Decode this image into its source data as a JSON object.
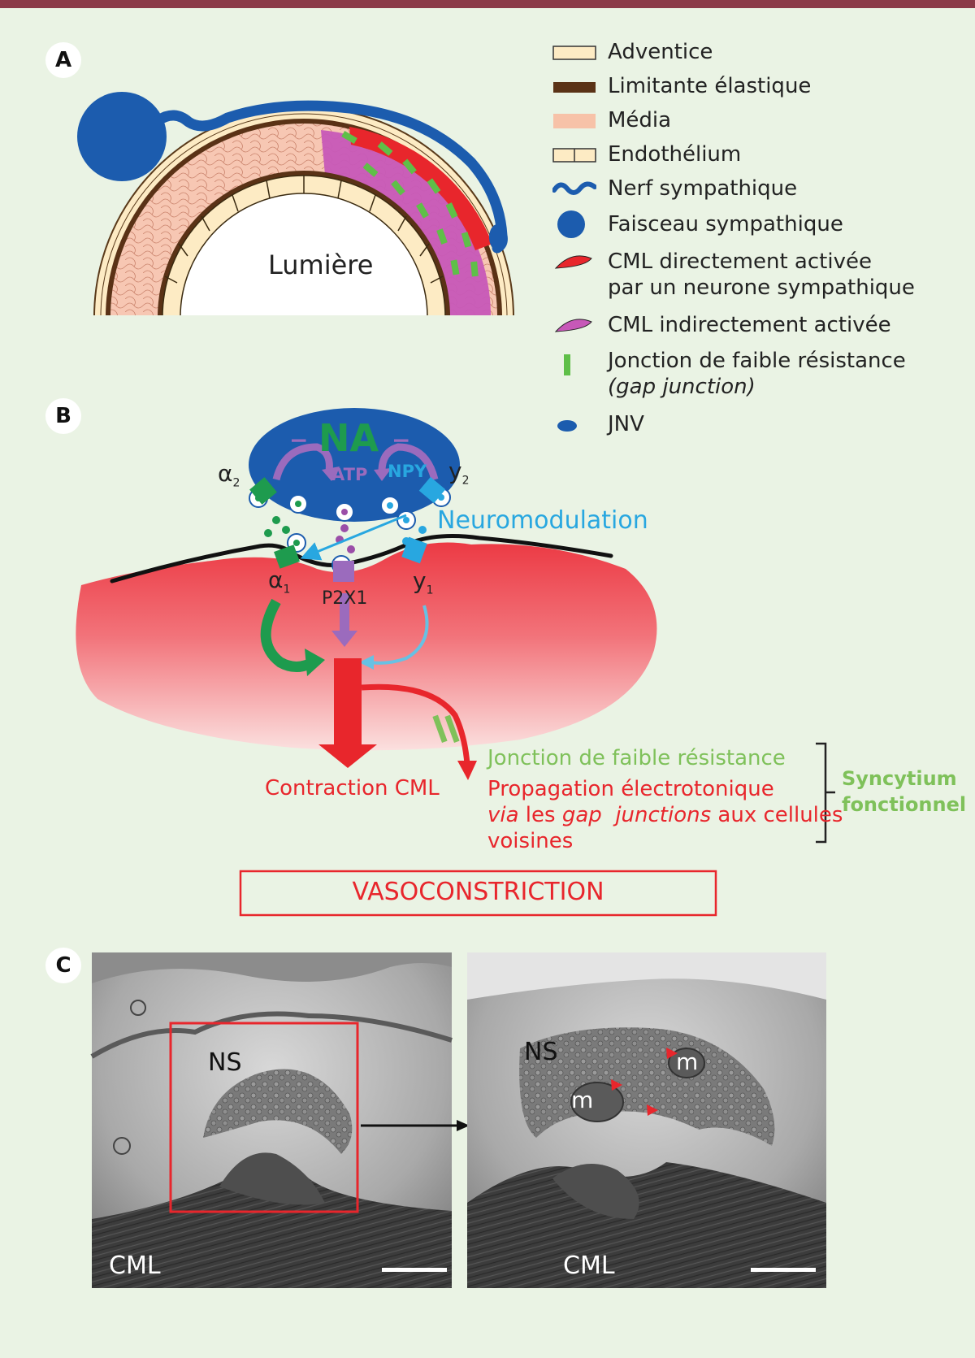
{
  "panels": {
    "a": "A",
    "b": "B",
    "c": "C"
  },
  "legend": [
    {
      "icon": "adventice-swatch",
      "label": "Adventice"
    },
    {
      "icon": "limitante-swatch",
      "label": "Limitante élastique"
    },
    {
      "icon": "media-swatch",
      "label": "Média"
    },
    {
      "icon": "endothelium-swatch",
      "label": "Endothélium"
    },
    {
      "icon": "nerve-wave-icon",
      "label": "Nerf sympathique"
    },
    {
      "icon": "bundle-circle-icon",
      "label": "Faisceau sympathique"
    },
    {
      "icon": "red-cell-icon",
      "label": "CML directement activée",
      "label2": "par un neurone sympathique"
    },
    {
      "icon": "purple-cell-icon",
      "label": "CML indirectement activée"
    },
    {
      "icon": "gap-junction-icon",
      "label": "Jonction de faible résistance",
      "label2": "(gap junction)"
    },
    {
      "icon": "jnv-dot-icon",
      "label": "JNV"
    }
  ],
  "panel_a": {
    "lumen": "Lumière"
  },
  "panel_b": {
    "na": "NA",
    "atp": "ATP",
    "npy": "NPY",
    "minus": "−",
    "alpha2": "α",
    "alpha2_sub": "2",
    "y2": "y",
    "y2_sub": "2",
    "alpha1": "α",
    "alpha1_sub": "1",
    "p2x1": "P2X1",
    "y1": "y",
    "y1_sub": "1",
    "neuromodulation": "Neuromodulation",
    "contraction": "Contraction CML",
    "junction": "Jonction de faible résistance",
    "propagation_1": "Propagation électrotonique",
    "propagation_2_via": "via",
    "propagation_2_les": " les ",
    "propagation_2_gap": "gap  junctions",
    "propagation_2_rest": " aux cellules",
    "propagation_3": "voisines",
    "syncytium_1": "Syncytium",
    "syncytium_2": "fonctionnel",
    "vasoconstriction": "VASOCONSTRICTION"
  },
  "panel_c": {
    "ns_left": "NS",
    "cml_left": "CML",
    "ns_right": "NS",
    "cml_right": "CML",
    "m": "m"
  },
  "colors": {
    "background": "#eaf3e4",
    "topbar": "#8b3a48",
    "nerve": "#1c5cae",
    "red": "#e8262c",
    "purple": "#b062b0",
    "green": "#1e9b4e",
    "light_green": "#7fc15a",
    "cyan": "#28a7e0"
  }
}
